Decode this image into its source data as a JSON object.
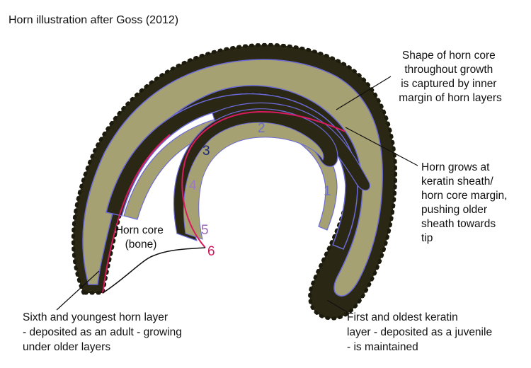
{
  "title": "Horn illustration after Goss (2012)",
  "labels": {
    "horn_core": [
      "Horn core",
      "(bone)"
    ],
    "shape_note": [
      "Shape of horn core",
      "throughout growth",
      "is captured by inner",
      "margin of horn layers"
    ],
    "growth_note": [
      "Horn grows at",
      "keratin sheath/",
      "horn core margin,",
      "pushing older",
      "sheath towards",
      "tip"
    ],
    "sixth_layer": [
      "Sixth and youngest horn layer",
      "- deposited as an adult - growing",
      "under older layers"
    ],
    "first_layer": [
      "First and oldest keratin",
      "layer - deposited as a juvenile",
      "- is maintained"
    ]
  },
  "layer_numbers": [
    {
      "text": "1",
      "color": "#6f6fc8"
    },
    {
      "text": "2",
      "color": "#6f6fc8"
    },
    {
      "text": "3",
      "color": "#1d2a7a"
    },
    {
      "text": "4",
      "color": "#9a78c4"
    },
    {
      "text": "5",
      "color": "#9a68b0"
    },
    {
      "text": "6",
      "color": "#d0185c"
    }
  ],
  "colors": {
    "dark_layer": "#2a2814",
    "light_layer": "#a6a172",
    "blue_outline": "#6a6ad8",
    "red_outline": "#d81b5e"
  }
}
